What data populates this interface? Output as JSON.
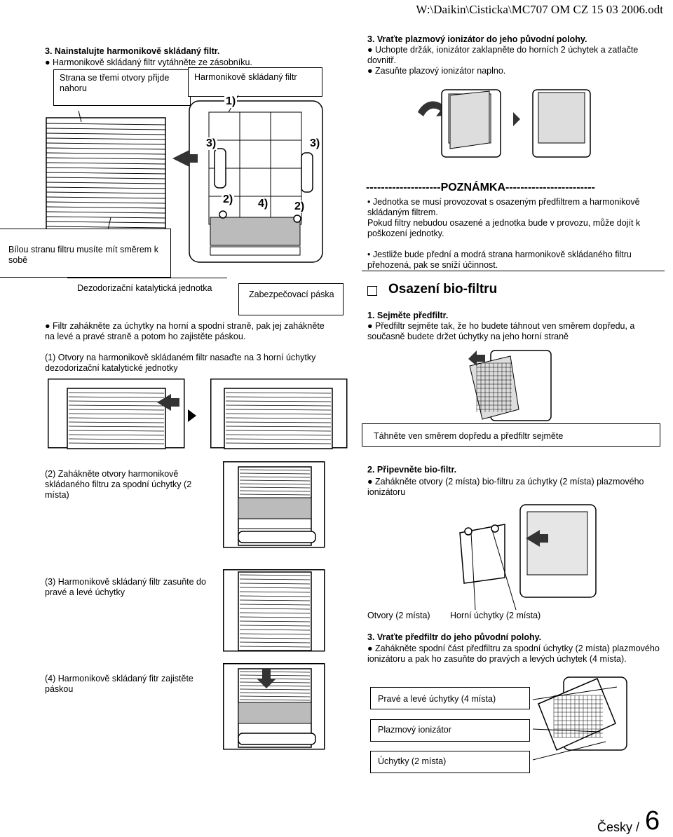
{
  "header": {
    "path": "W:\\Daikin\\Cisticka\\MC707 OM CZ 15 03 2006.odt"
  },
  "left": {
    "step3_title": "3. Nainstalujte harmonikově skládaný filtr.",
    "step3_bullet": "● Harmonikově skládaný filtr vytáhněte ze zásobníku.",
    "label_three_holes": "Strana se třemi otvory přijde nahoru",
    "label_pleated": "Harmonikově skládaný filtr",
    "label_white_side": "Bílou stranu filtru musíte mít směrem k sobě",
    "label_deodorizer": "Dezodorizační katalytická jednotka",
    "label_tape": "Zabezpečovací páska",
    "num1": "1)",
    "num2": "2)",
    "num3": "3)",
    "num4": "4)",
    "hook_text": "● Filtr zahákněte za úchytky na horní a spodní straně, pak jej zahákněte na levé a pravé straně a potom ho zajistěte páskou.",
    "note1": "(1) Otvory na harmonikově skládaném filtr nasaďte na 3 horní úchytky dezodorizační katalytické jednotky",
    "note2": "(2) Zahákněte otvory harmonikově skládaného filtru za spodní úchytky (2 místa)",
    "note3": "(3) Harmonikově skládaný filtr zasuňte do pravé a levé úchytky",
    "note4": "(4) Harmonikově skládaný fitr zajistěte páskou"
  },
  "right": {
    "step3_title": "3. Vraťte plazmový ionizátor do jeho původní polohy.",
    "step3_b1": "● Uchopte držák, ionizátor zaklapněte do horních 2 úchytek a zatlačte dovnitř.",
    "step3_b2": "● Zasuňte plazový ionizátor naplno.",
    "note_heading": "--------------------POZNÁMKA------------------------",
    "note_p1": "• Jednotka se musí provozovat s osazeným předfiltrem a harmonikově skládaným filtrem.",
    "note_p2": "Pokud filtry nebudou osazené a jednotka bude v provozu, může dojít k poškození jednotky.",
    "note_p3": "• Jestliže bude přední a modrá strana harmonikově skládaného filtru přehozená, pak se sníží účinnost.",
    "bio_heading": "Osazení bio-filtru",
    "s1_title": "1. Sejměte předfiltr.",
    "s1_text": "● Předfiltr sejměte tak, že ho budete táhnout ven směrem dopředu, a současně budete držet úchytky na jeho horní straně",
    "s1_label": "Táhněte ven směrem dopředu a předfiltr sejměte",
    "s2_title": "2. Připevněte bio-filtr.",
    "s2_text": "● Zahákněte otvory (2 místa) bio-filtru za úchytky (2 místa) plazmového ionizátoru",
    "s2_lbl_holes": "Otvory (2 místa)",
    "s2_lbl_hooks": "Horní úchytky (2 místa)",
    "s3_title": "3. Vraťte předfiltr do jeho původní polohy.",
    "s3_text": "● Zahákněte spodní část předfiltru za spodní úchytky (2 místa) plazmového ionizátoru a pak ho zasuňte do pravých a levých úchytek (4 místa).",
    "s3_lbl1": "Pravé a levé úchytky (4 místa)",
    "s3_lbl2": "Plazmový ionizátor",
    "s3_lbl3": "Úchytky (2 místa)"
  },
  "footer": {
    "language": "Česky /",
    "page": "6"
  }
}
